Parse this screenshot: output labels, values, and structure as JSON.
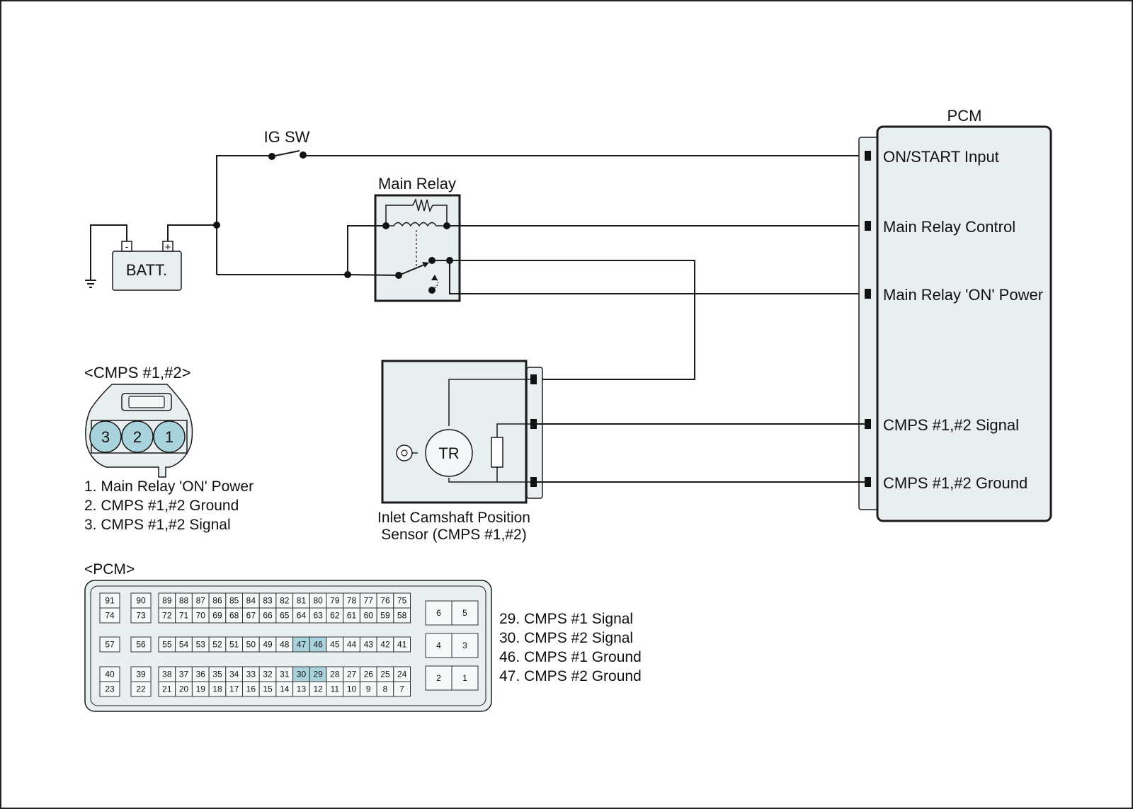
{
  "colors": {
    "highlight": "#a9d3dc",
    "panel": "#e9eef0",
    "line": "#1a1a1a"
  },
  "ig_sw": {
    "label": "IG SW"
  },
  "main_relay": {
    "label": "Main Relay"
  },
  "battery": {
    "label": "BATT.",
    "neg": "-",
    "pos": "+"
  },
  "pcm": {
    "title": "PCM",
    "pins": [
      "ON/START Input",
      "Main Relay Control",
      "Main Relay 'ON' Power",
      "CMPS #1,#2 Signal",
      "CMPS #1,#2 Ground"
    ]
  },
  "sensor": {
    "tr_label": "TR",
    "caption_line1": "Inlet Camshaft Position",
    "caption_line2": "Sensor (CMPS #1,#2)"
  },
  "cmps_connector": {
    "title": "<CMPS #1,#2>",
    "pins": [
      "3",
      "2",
      "1"
    ],
    "legend": [
      "1. Main Relay 'ON' Power",
      "2. CMPS #1,#2 Ground",
      "3. CMPS #1,#2 Signal"
    ]
  },
  "pcm_connector": {
    "title": "<PCM>",
    "col_a": {
      "top": [
        "91",
        "57",
        "40"
      ],
      "bottom": [
        "74",
        "23"
      ]
    },
    "col_b": {
      "top": [
        "90",
        "56",
        "39"
      ],
      "bottom": [
        "73",
        "22"
      ]
    },
    "row1_top": [
      "89",
      "88",
      "87",
      "86",
      "85",
      "84",
      "83",
      "82",
      "81",
      "80",
      "79",
      "78",
      "77",
      "76",
      "75"
    ],
    "row1_bottom": [
      "72",
      "71",
      "70",
      "69",
      "68",
      "67",
      "66",
      "65",
      "64",
      "63",
      "62",
      "61",
      "60",
      "59",
      "58"
    ],
    "row2": [
      "55",
      "54",
      "53",
      "52",
      "51",
      "50",
      "49",
      "48",
      "47",
      "46",
      "45",
      "44",
      "43",
      "42",
      "41"
    ],
    "row3_top": [
      "38",
      "37",
      "36",
      "35",
      "34",
      "33",
      "32",
      "31",
      "30",
      "29",
      "28",
      "27",
      "26",
      "25",
      "24"
    ],
    "row3_bottom": [
      "21",
      "20",
      "19",
      "18",
      "17",
      "16",
      "15",
      "14",
      "13",
      "12",
      "11",
      "10",
      "9",
      "8",
      "7"
    ],
    "right_block": [
      [
        "6",
        "5"
      ],
      [
        "4",
        "3"
      ],
      [
        "2",
        "1"
      ]
    ],
    "highlighted": [
      "47",
      "46",
      "30",
      "29"
    ],
    "legend": [
      "29. CMPS #1 Signal",
      "30. CMPS #2 Signal",
      "46. CMPS #1 Ground",
      "47. CMPS #2 Ground"
    ]
  }
}
